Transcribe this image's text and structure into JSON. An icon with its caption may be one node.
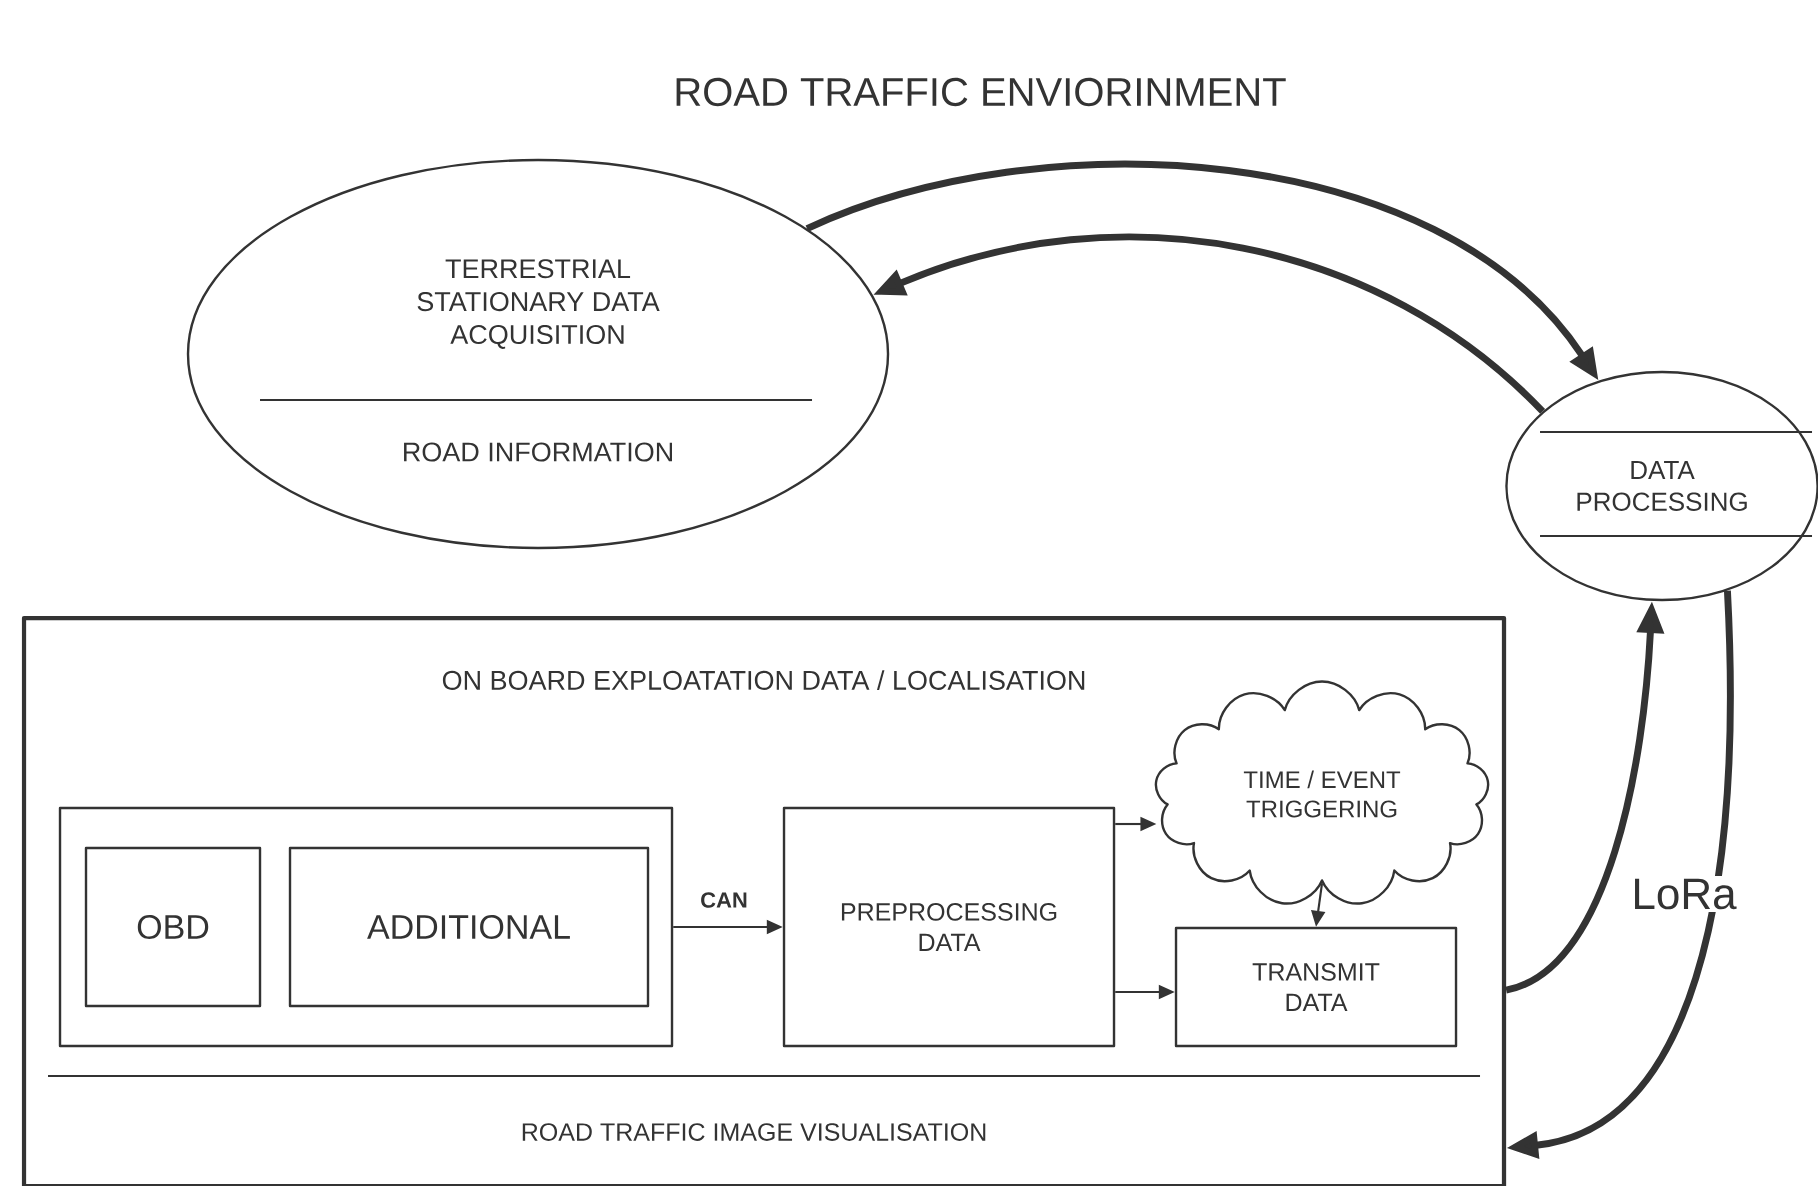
{
  "diagram": {
    "title": "ROAD TRAFFIC ENVIORINMENT",
    "nodes": [
      {
        "text": [
          "TERRESTRIAL STATIONARY DATA ACQUISITION",
          "ROAD INFORMATION"
        ]
      },
      {
        "text": [
          "DATA PROCESSING"
        ]
      },
      {
        "text": [
          "ON BOARD EXPLOATATION DATA / LOCALISATION",
          "ROAD TRAFFIC IMAGE VISUALISATION"
        ]
      },
      {
        "text": [],
        "shape": "box",
        "in": 2
      },
      {
        "text": [
          "OBD"
        ],
        "in": 3
      },
      {
        "text": [
          "ADDITIONAL"
        ],
        "in": 3
      },
      {
        "text": [
          "PREPROCESSING DATA"
        ],
        "in": 2
      },
      {
        "text": [
          "TIME / EVENT TRIGGERING"
        ],
        "in": 2
      },
      {
        "text": [
          "TRANSMIT DATA"
        ],
        "in": 2
      }
    ],
    "edges": [
      {
        "from": 0,
        "to": 1,
        "arrow": "to",
        "style": "thick"
      },
      {
        "from": 1,
        "to": 0,
        "arrow": "to",
        "style": "thick"
      },
      {
        "from": 3,
        "to": 6,
        "arrow": "to",
        "label": "CAN"
      },
      {
        "from": 6,
        "to": 7,
        "arrow": "to"
      },
      {
        "from": 6,
        "to": 8,
        "arrow": "to"
      },
      {
        "from": 7,
        "to": 8,
        "arrow": "to"
      },
      {
        "from": 2,
        "to": 1,
        "arrow": "to",
        "style": "thick"
      },
      {
        "from": 1,
        "to": 2,
        "arrow": "to",
        "style": "thick"
      }
    ],
    "labels": [
      "LoRa"
    ]
  }
}
